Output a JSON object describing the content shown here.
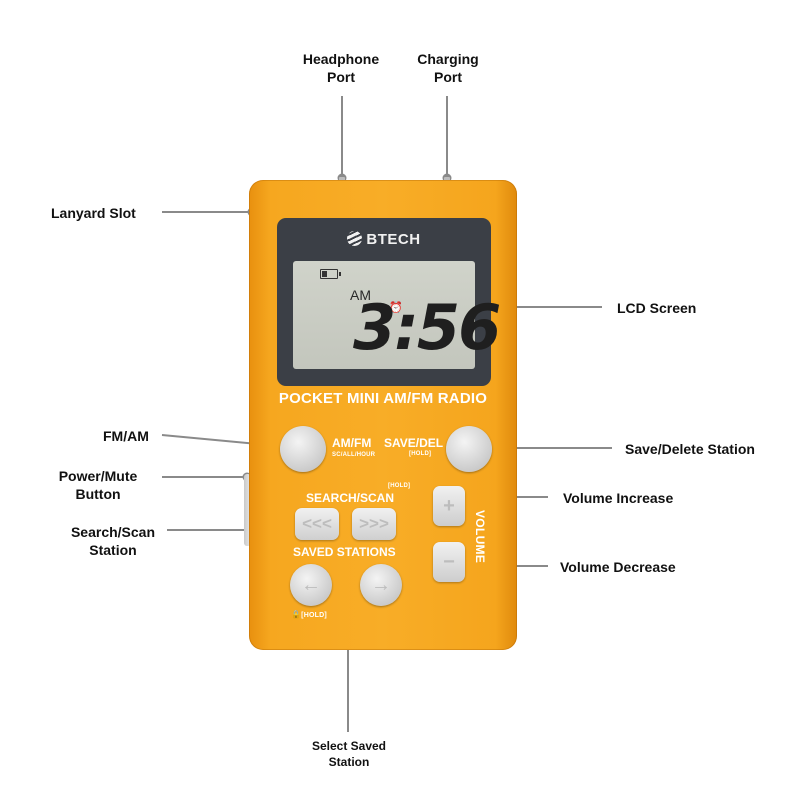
{
  "callouts": {
    "headphone_port": "Headphone\nPort",
    "charging_port": "Charging\nPort",
    "lanyard_slot": "Lanyard Slot",
    "lcd_screen": "LCD Screen",
    "fm_am": "FM/AM",
    "save_delete_station": "Save/Delete Station",
    "power_mute_button": "Power/Mute\nButton",
    "volume_increase": "Volume Increase",
    "search_scan_station": "Search/Scan\nStation",
    "volume_decrease": "Volume Decrease",
    "select_saved_station": "Select Saved\nStation"
  },
  "device": {
    "brand": "BTECH",
    "display": {
      "band": "AM",
      "time": "3:56"
    },
    "model": "POCKET MINI AM/FM RADIO",
    "labels": {
      "am_fm": "AM/FM",
      "am_fm_sub": "SC/ALL/HOUR",
      "save_del": "SAVE/DEL",
      "save_del_sub": "[HOLD]",
      "search_scan": "SEARCH/SCAN",
      "search_scan_sub": "[HOLD]",
      "saved_stations": "SAVED STATIONS",
      "lock_hold": "[HOLD]",
      "volume": "VOLUME"
    },
    "glyphs": {
      "scan_back": "<<<",
      "scan_fwd": ">>>",
      "saved_prev": "←",
      "saved_next": "→",
      "vol_up": "+",
      "vol_down": "−",
      "alarm": "⏰",
      "lock": "🔒"
    }
  },
  "colors": {
    "body": "#f8ad27",
    "bezel": "#3b3f46",
    "lcd": "#c8cbc2",
    "button": "#dedede",
    "leader": "#8a8a8a"
  }
}
